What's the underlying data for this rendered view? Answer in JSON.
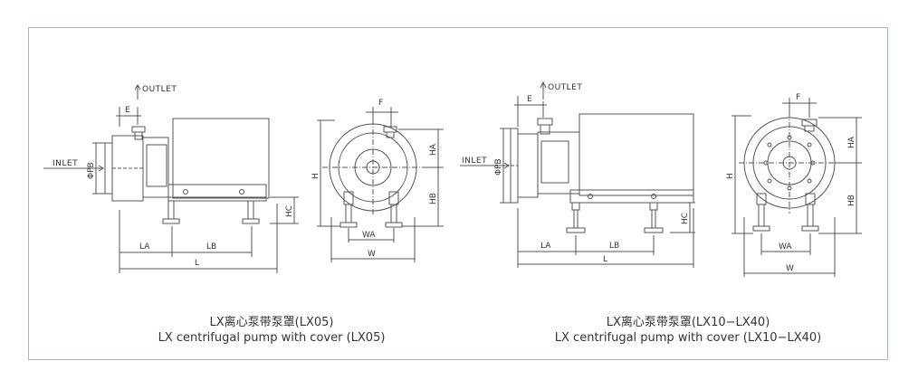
{
  "labels": {
    "outlet": "OUTLET",
    "inlet": "INLET",
    "E": "E",
    "F": "F",
    "PB": "ΦPB",
    "H": "H",
    "HA": "HA",
    "HB": "HB",
    "HC": "HC",
    "LA": "LA",
    "LB": "LB",
    "L": "L",
    "WA": "WA",
    "W": "W"
  },
  "captions": {
    "left_cn": "LX离心泵带泵罩(LX05)",
    "left_en": "LX centrifugal pump with cover (LX05)",
    "right_cn": "LX离心泵带泵罩(LX10−LX40)",
    "right_en": "LX centrifugal pump with cover (LX10−LX40)"
  },
  "colors": {
    "line": "#555555",
    "frame": "#9fb7c7",
    "text": "#333333"
  }
}
